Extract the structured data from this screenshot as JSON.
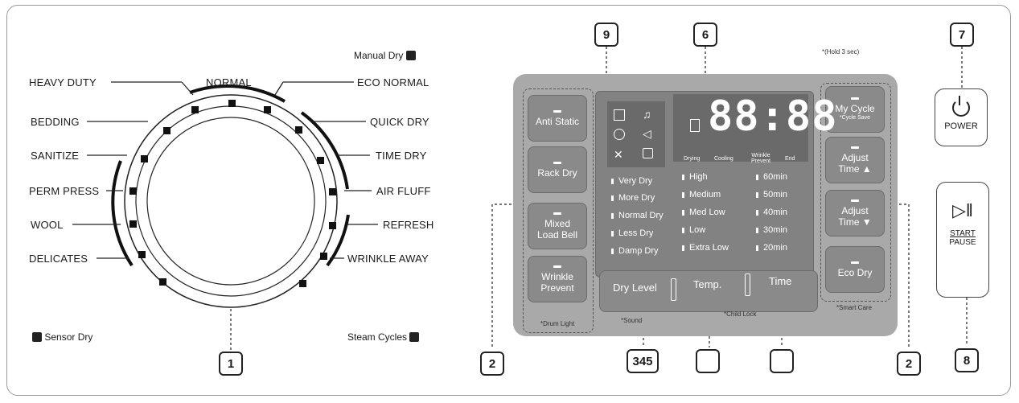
{
  "dial": {
    "callout": "1",
    "left_labels": [
      "HEAVY DUTY",
      "BEDDING",
      "SANITIZE",
      "PERM PRESS",
      "WOOL",
      "DELICATES"
    ],
    "top_label": "NORMAL",
    "right_labels": [
      "ECO NORMAL",
      "QUICK DRY",
      "TIME DRY",
      "AIR FLUFF",
      "REFRESH",
      "WRINKLE AWAY"
    ],
    "manual_dry": "Manual Dry",
    "sensor_dry": "Sensor Dry",
    "steam_cycles": "Steam Cycles"
  },
  "panel": {
    "left_buttons": [
      {
        "line1": "Anti Static",
        "line2": ""
      },
      {
        "line1": "Rack Dry",
        "line2": ""
      },
      {
        "line1": "Mixed",
        "line2": "Load Bell"
      },
      {
        "line1": "Wrinkle",
        "line2": "Prevent"
      }
    ],
    "right_buttons": [
      {
        "line1": "My Cycle",
        "line2": "*Cycle Save"
      },
      {
        "line1": "Adjust",
        "line2": "Time ▲"
      },
      {
        "line1": "Adjust",
        "line2": "Time ▼"
      },
      {
        "line1": "Eco Dry",
        "line2": ""
      }
    ],
    "display_digits": "88:88",
    "progress": [
      "Drying",
      "Cooling",
      "Wrinkle Prevent",
      "End"
    ],
    "dry_level": [
      "Very Dry",
      "More Dry",
      "Normal Dry",
      "Less Dry",
      "Damp Dry"
    ],
    "temp": [
      "High",
      "Medium",
      "Med Low",
      "Low",
      "Extra Low"
    ],
    "time": [
      "60min",
      "50min",
      "40min",
      "30min",
      "20min"
    ],
    "selector": {
      "dry_level": "Dry Level",
      "temp": "Temp.",
      "time": "Time"
    },
    "notes": {
      "drum_light": "*Drum Light",
      "sound": "*Sound",
      "child_lock": "*Child Lock",
      "smart_care": "*Smart Care",
      "hold": "*(Hold 3 sec)"
    }
  },
  "power": {
    "label": "POWER"
  },
  "start": {
    "line1": "START",
    "line2": "PAUSE"
  },
  "callouts": {
    "c9": "9",
    "c6": "6",
    "c7": "7",
    "c8": "8",
    "c2a": "2",
    "c2b": "2",
    "c345": "345",
    "blank1": "",
    "blank2": ""
  }
}
